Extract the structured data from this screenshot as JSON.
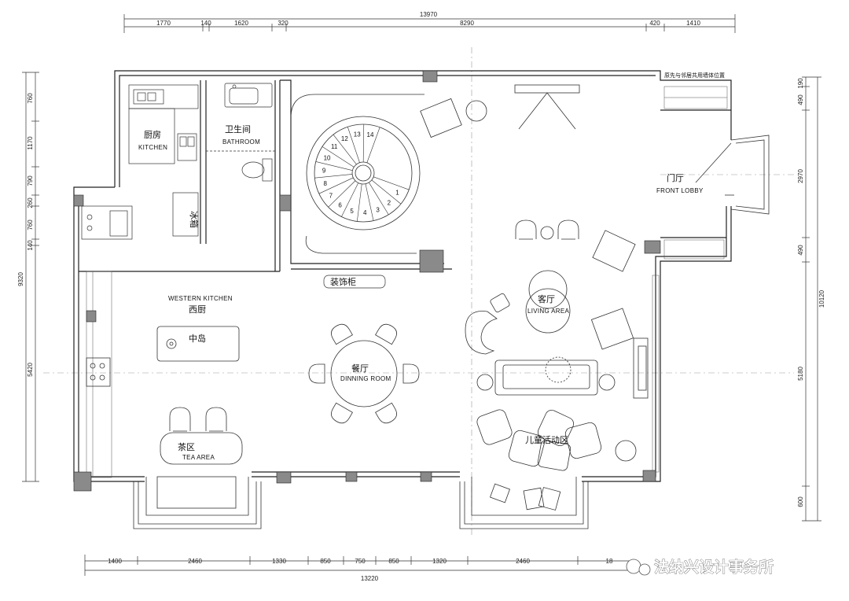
{
  "dimensions": {
    "top_total": "13970",
    "top_segments": [
      "1770",
      "140",
      "1620",
      "320",
      "8290",
      "420",
      "1410"
    ],
    "bottom_total": "13220",
    "bottom_segments": [
      "1400",
      "2460",
      "1330",
      "850",
      "750",
      "850",
      "1320",
      "2460",
      "18"
    ],
    "left_total": "9320",
    "left_segments": [
      "760",
      "1170",
      "790",
      "260",
      "760",
      "140",
      "5420"
    ],
    "right_total": "10120",
    "right_segments": [
      "190",
      "490",
      "2970",
      "490",
      "5180",
      "600"
    ]
  },
  "rooms": {
    "kitchen": {
      "cn": "厨房",
      "en": "KITCHEN"
    },
    "bathroom": {
      "cn": "卫生间",
      "en": "BATHROOM"
    },
    "front_lobby": {
      "cn": "门厅",
      "en": "FRONT LOBBY"
    },
    "western_kitchen": {
      "cn": "西厨",
      "en": "WESTERN KITCHEN"
    },
    "island": {
      "cn": "中岛"
    },
    "dining": {
      "cn": "餐厅",
      "en": "DINNING ROOM"
    },
    "living": {
      "cn": "客厅",
      "en": "LIVING AREA"
    },
    "tea": {
      "cn": "茶区",
      "en": "TEA AREA"
    },
    "kids": {
      "cn": "儿童活动区"
    },
    "cabinet": {
      "cn": "装饰柜"
    },
    "fridge": {
      "cn": "冰箱"
    }
  },
  "notes": {
    "shared_wall": "原先与邻居共用墙体位置"
  },
  "stairs": [
    "1",
    "2",
    "3",
    "4",
    "5",
    "6",
    "7",
    "8",
    "9",
    "10",
    "11",
    "12",
    "13",
    "14"
  ],
  "watermark": "法纳兴设计事务所",
  "colors": {
    "wall": "#222222",
    "column": "#8a8a8a",
    "line": "#333333"
  }
}
